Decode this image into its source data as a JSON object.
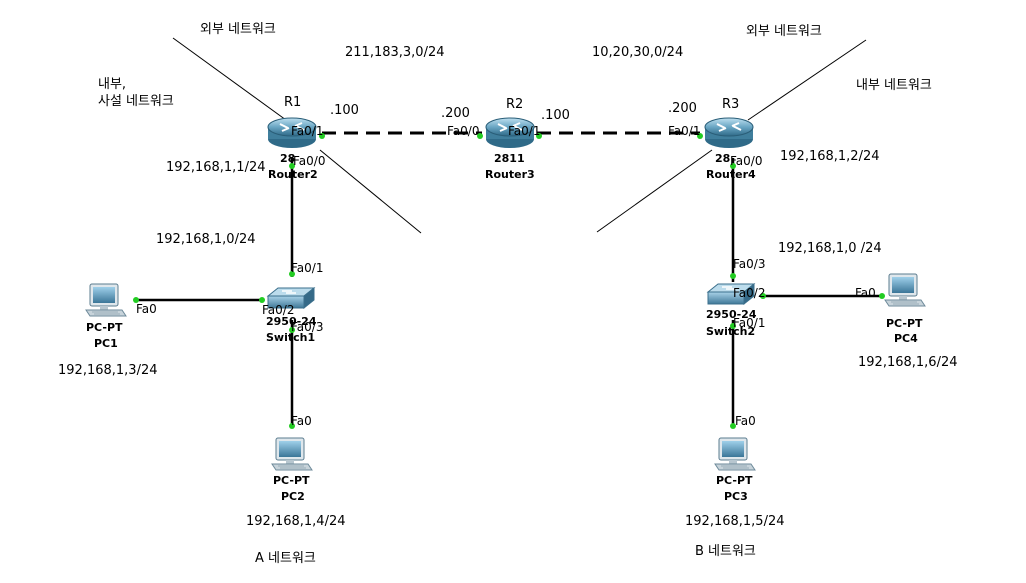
{
  "labels": {
    "ext_left": "외부 네트워크",
    "ext_right": "외부 네트워크",
    "int_left_1": "내부,",
    "int_left_2": "사설 네트워크",
    "int_right": "내부 네트워크",
    "net_r1_r2": "211,183,3,0/24",
    "net_r2_r3": "10,20,30,0/24",
    "net_a": "192,168,1,0/24",
    "net_b": "192,168,1,0 /24",
    "r1_lan_ip": "192,168,1,1/24",
    "r3_lan_ip": "192,168,1,2/24",
    "network_a": "A 네트워크",
    "network_b": "B 네트워크",
    "r1_wan_host": ".100",
    "r2_left_host": ".200",
    "r2_right_host": ".100",
    "r3_wan_host": ".200"
  },
  "devices": {
    "r1": {
      "tag": "R1",
      "model": "28",
      "name": "Router2"
    },
    "r2": {
      "tag": "R2",
      "model": "2811",
      "name": "Router3"
    },
    "r3": {
      "tag": "R3",
      "model": "28",
      "name": "Router4"
    },
    "sw1": {
      "model": "2950-24",
      "name": "Switch1"
    },
    "sw2": {
      "model": "2950-24",
      "name": "Switch2"
    },
    "pc1": {
      "type": "PC-PT",
      "name": "PC1",
      "ip": "192,168,1,3/24"
    },
    "pc2": {
      "type": "PC-PT",
      "name": "PC2",
      "ip": "192,168,1,4/24"
    },
    "pc3": {
      "type": "PC-PT",
      "name": "PC3",
      "ip": "192,168,1,5/24"
    },
    "pc4": {
      "type": "PC-PT",
      "name": "PC4",
      "ip": "192,168,1,6/24"
    }
  },
  "ports": {
    "r1_fa01": "Fa0/1",
    "r1_fa00": "Fa0/0",
    "r2_fa00": "Fa0/0",
    "r2_fa01": "Fa0/1",
    "r3_fa01": "Fa0/1",
    "r3_fa00": "Fa0/0",
    "sw1_fa01": "Fa0/1",
    "sw1_fa02": "Fa0/2",
    "sw1_fa03": "Fa0/3",
    "sw2_fa03": "Fa0/3",
    "sw2_fa02": "Fa0/2",
    "sw2_fa01": "Fa0/1",
    "pc1_fa0": "Fa0",
    "pc2_fa0": "Fa0",
    "pc3_fa0": "Fa0",
    "pc4_fa0": "Fa0"
  },
  "colors": {
    "link": "#000000",
    "port_up": "#22cc22",
    "router_body": "#3f7e9c",
    "switch_body": "#5d8eaa",
    "pc_body": "#4f86a8"
  }
}
